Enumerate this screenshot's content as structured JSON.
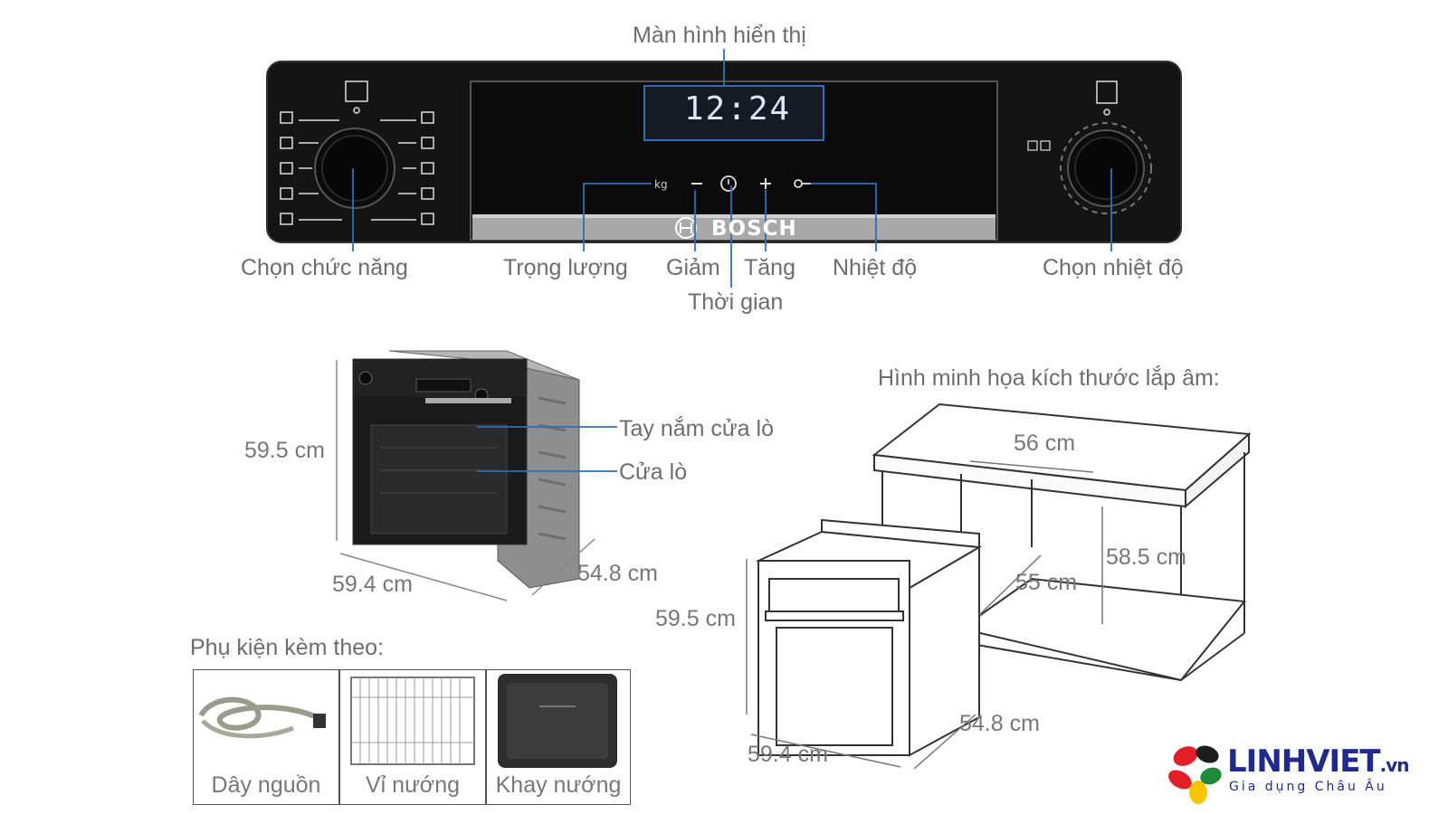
{
  "control_panel": {
    "display_time": "12:24",
    "brand": "BOSCH",
    "kg_symbol": "kg",
    "labels": {
      "display": "Màn hình hiển thị",
      "function_knob": "Chọn chức năng",
      "weight": "Trọng lượng",
      "decrease": "Giảm",
      "time": "Thời gian",
      "increase": "Tăng",
      "temperature": "Nhiệt độ",
      "temperature_knob": "Chọn nhiệt độ"
    }
  },
  "oven_photo": {
    "height": "59.5 cm",
    "width": "59.4 cm",
    "depth": "54.8 cm",
    "handle_label": "Tay nắm cửa lò",
    "door_label": "Cửa lò"
  },
  "install": {
    "title": "Hình minh họa kích thước lắp âm:",
    "cabinet_width": "56 cm",
    "cabinet_height": "58.5 cm",
    "cabinet_depth": "55 cm",
    "oven_height": "59.5 cm",
    "oven_width": "59.4 cm",
    "oven_depth": "54.8 cm"
  },
  "accessories": {
    "title": "Phụ kiện kèm theo:",
    "items": [
      "Dây nguồn",
      "Vỉ nướng",
      "Khay nướng"
    ]
  },
  "logo": {
    "name": "LINHVIET",
    "tld": ".vn",
    "tagline": "Gia dụng Châu Âu"
  },
  "colors": {
    "leader_line": "#2f6fb5",
    "panel": "#111111",
    "logo_blue": "#1f2a8c"
  }
}
